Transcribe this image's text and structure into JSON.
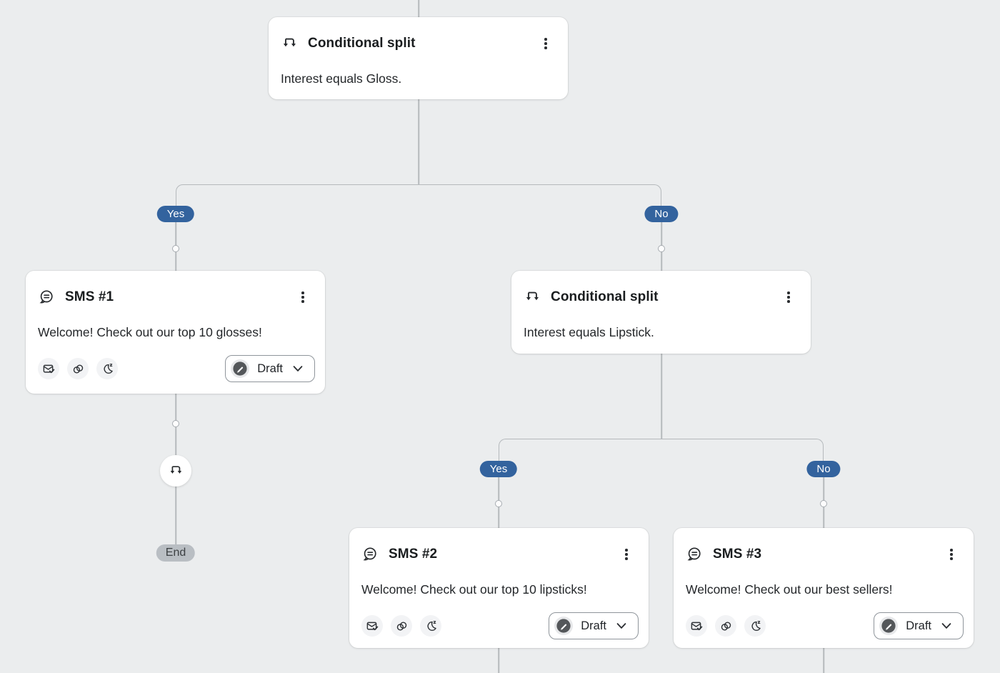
{
  "colors": {
    "canvas_bg": "#ebedee",
    "line": "#b5b9bc",
    "badge_blue": "#33639e",
    "badge_blue_text": "#ffffff",
    "end_badge_bg": "#b9bec3",
    "end_badge_text": "#3c4043",
    "card_bg": "#ffffff",
    "title_text": "#1a1d1f",
    "body_text": "#24272a",
    "status_icon_bg": "#54575a"
  },
  "nodes": {
    "split1": {
      "title": "Conditional split",
      "description": "Interest equals Gloss."
    },
    "sms1": {
      "title": "SMS #1",
      "message": "Welcome! Check out our top 10 glosses!",
      "status": "Draft"
    },
    "split2": {
      "title": "Conditional split",
      "description": "Interest equals Lipstick."
    },
    "sms2": {
      "title": "SMS #2",
      "message": "Welcome! Check out our top 10 lipsticks!",
      "status": "Draft"
    },
    "sms3": {
      "title": "SMS #3",
      "message": "Welcome! Check out our best sellers!",
      "status": "Draft"
    }
  },
  "branches": {
    "split1_yes": "Yes",
    "split1_no": "No",
    "split2_yes": "Yes",
    "split2_no": "No"
  },
  "terminal": {
    "end_label": "End"
  },
  "icons": {
    "conditional_split": "split-branch-icon",
    "sms": "sms-bubble-icon",
    "email_check": "email-consent-check-icon",
    "tracking": "link-tracking-icon",
    "quiet_hours": "moon-quiet-hours-icon",
    "draft": "draft-pencil-icon",
    "menu": "kebab-menu-icon",
    "dropdown": "chevron-down-icon"
  }
}
